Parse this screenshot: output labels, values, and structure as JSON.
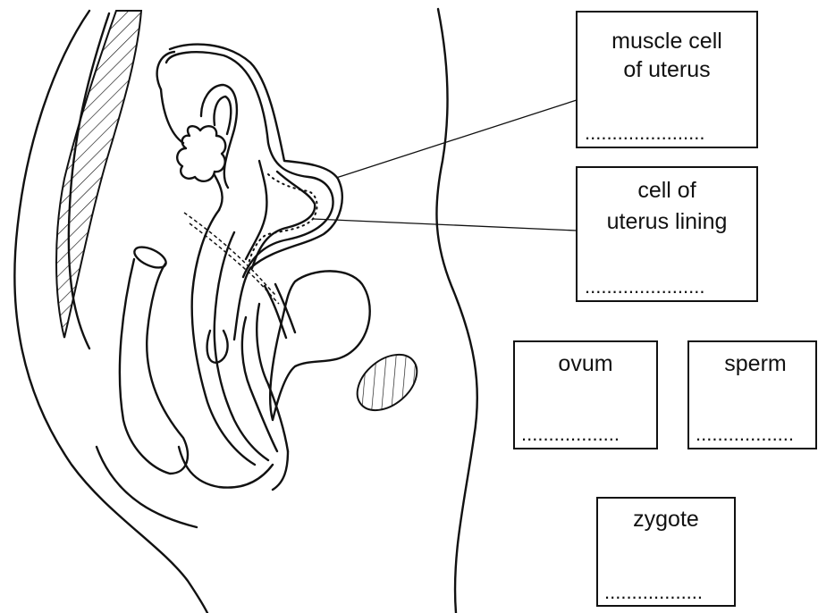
{
  "boxes": {
    "muscle_cell": {
      "line1": "muscle cell",
      "line2": "of uterus",
      "dots": "......................"
    },
    "uterus_lining": {
      "line1": "cell of",
      "line2": "uterus lining",
      "dots": "......................"
    },
    "ovum": {
      "label": "ovum",
      "dots": ".................."
    },
    "sperm": {
      "label": "sperm",
      "dots": ".................."
    },
    "zygote": {
      "label": "zygote",
      "dots": ".................."
    }
  },
  "colors": {
    "stroke": "#111111",
    "background": "#ffffff"
  }
}
